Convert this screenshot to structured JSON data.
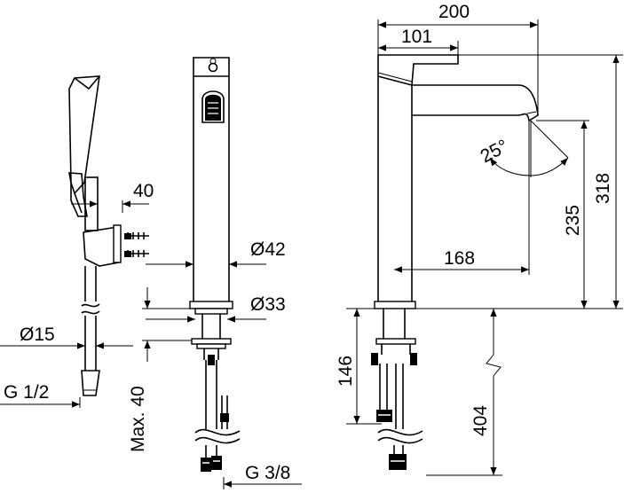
{
  "diagram": {
    "dimensions": {
      "width_200": "200",
      "width_101": "101",
      "angle_25": "25°",
      "height_318": "318",
      "height_235": "235",
      "reach_168": "168",
      "depth_146": "146",
      "hose_404": "404",
      "holder_40": "40",
      "body_dia_42": "Ø42",
      "base_dia_33": "Ø33",
      "max_40": "Max. 40",
      "hose_dia_15": "Ø15",
      "thread_g12": "G 1/2",
      "thread_g38": "G 3/8"
    }
  }
}
